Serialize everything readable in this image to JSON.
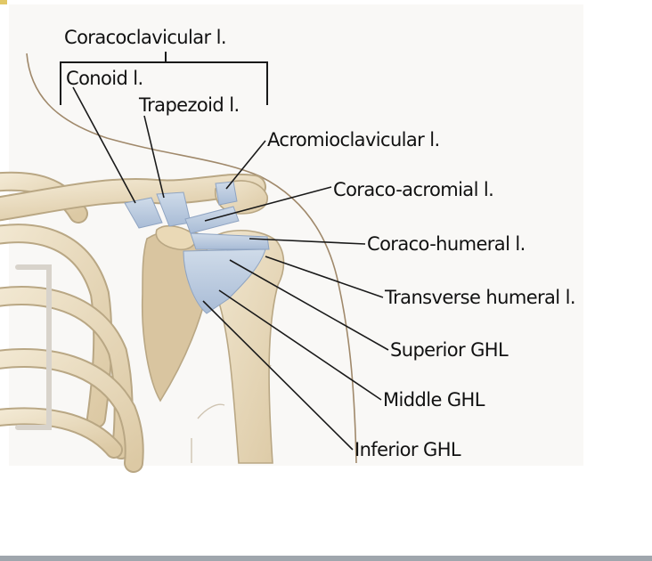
{
  "labels": {
    "coracoclavicular": "Coracoclavicular l.",
    "conoid": "Conoid l.",
    "trapezoid": "Trapezoid l.",
    "acromioclavicular": "Acromioclavicular l.",
    "coraco_acromial": "Coraco-acromial l.",
    "coraco_humeral": "Coraco-humeral l.",
    "transverse_humeral": "Transverse humeral l.",
    "superior_ghl": "Superior GHL",
    "middle_ghl": "Middle GHL",
    "inferior_ghl": "Inferior GHL"
  },
  "colors": {
    "bone": "#e9dcbf",
    "bone_outline": "#b9a784",
    "ligament": "#b7c7dc",
    "leader_line": "#1a1a1a",
    "body_outline": "#a0896b"
  }
}
